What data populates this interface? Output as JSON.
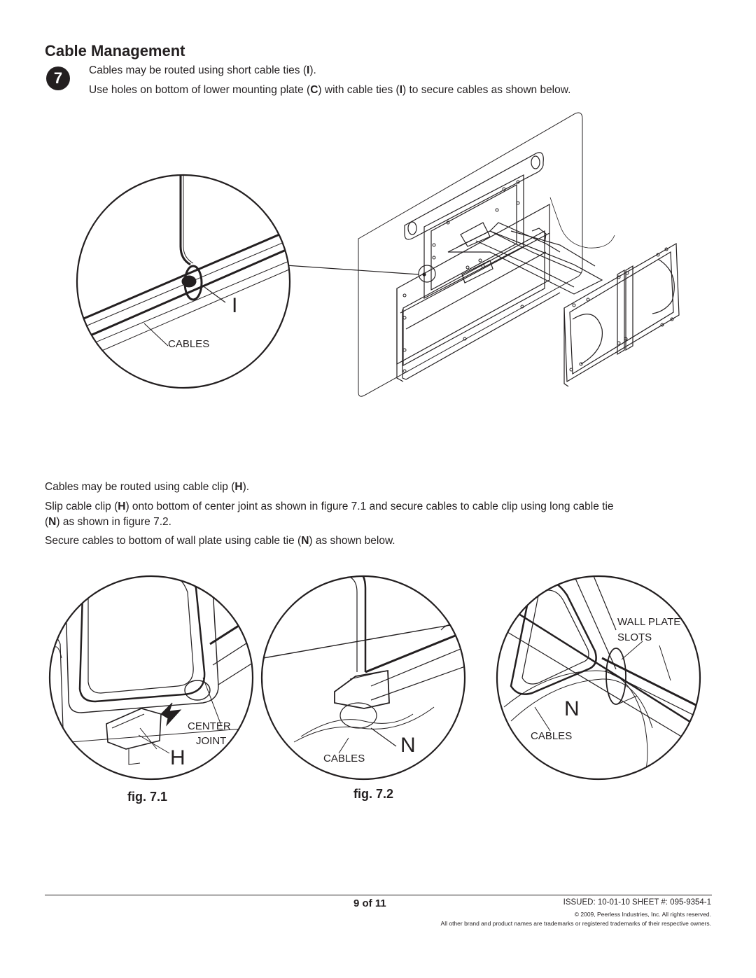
{
  "section": {
    "title": "Cable Management",
    "step_number": "7"
  },
  "step7": {
    "line1_text": "Cables may be routed using short cable ties (",
    "line1_ref": "I",
    "line1_end": ").",
    "line2_a": "Use holes on bottom of lower mounting plate (",
    "line2_ref1": "C",
    "line2_b": ") with cable ties (",
    "line2_ref2": "I",
    "line2_c": ") to secure cables as shown below."
  },
  "figure_top": {
    "callout_letter": "I",
    "cables_label": "CABLES"
  },
  "clip_section": {
    "p1_a": "Cables may be routed using cable clip (",
    "p1_ref": "H",
    "p1_b": ").",
    "p2_a": "Slip cable clip (",
    "p2_ref": "H",
    "p2_b": ") onto bottom of center joint as shown in figure 7.1 and secure cables to cable clip using long cable tie",
    "p2_c_open": "(",
    "p2_c_ref": "N",
    "p2_c": ") as shown in figure 7.2.",
    "p3_a": "Secure cables to bottom of wall plate using cable tie (",
    "p3_ref": "N",
    "p3_b": ") as shown below."
  },
  "fig71": {
    "label_center": "CENTER",
    "label_joint": "JOINT",
    "callout_letter": "H",
    "caption": "fig. 7.1"
  },
  "fig72": {
    "label_cables": "CABLES",
    "callout_letter": "N",
    "caption": "fig. 7.2"
  },
  "fig73": {
    "label_wall_plate": "WALL PLATE",
    "label_slots": "SLOTS",
    "label_cables": "CABLES",
    "callout_letter": "N"
  },
  "footer": {
    "page": "9 of 11",
    "issued": "ISSUED: 10-01-10   SHEET #: 095-9354-1",
    "copyright": "© 2009, Peerless Industries, Inc. All rights reserved.",
    "trademark": "All other brand and product names are trademarks or registered trademarks of their respective owners."
  }
}
